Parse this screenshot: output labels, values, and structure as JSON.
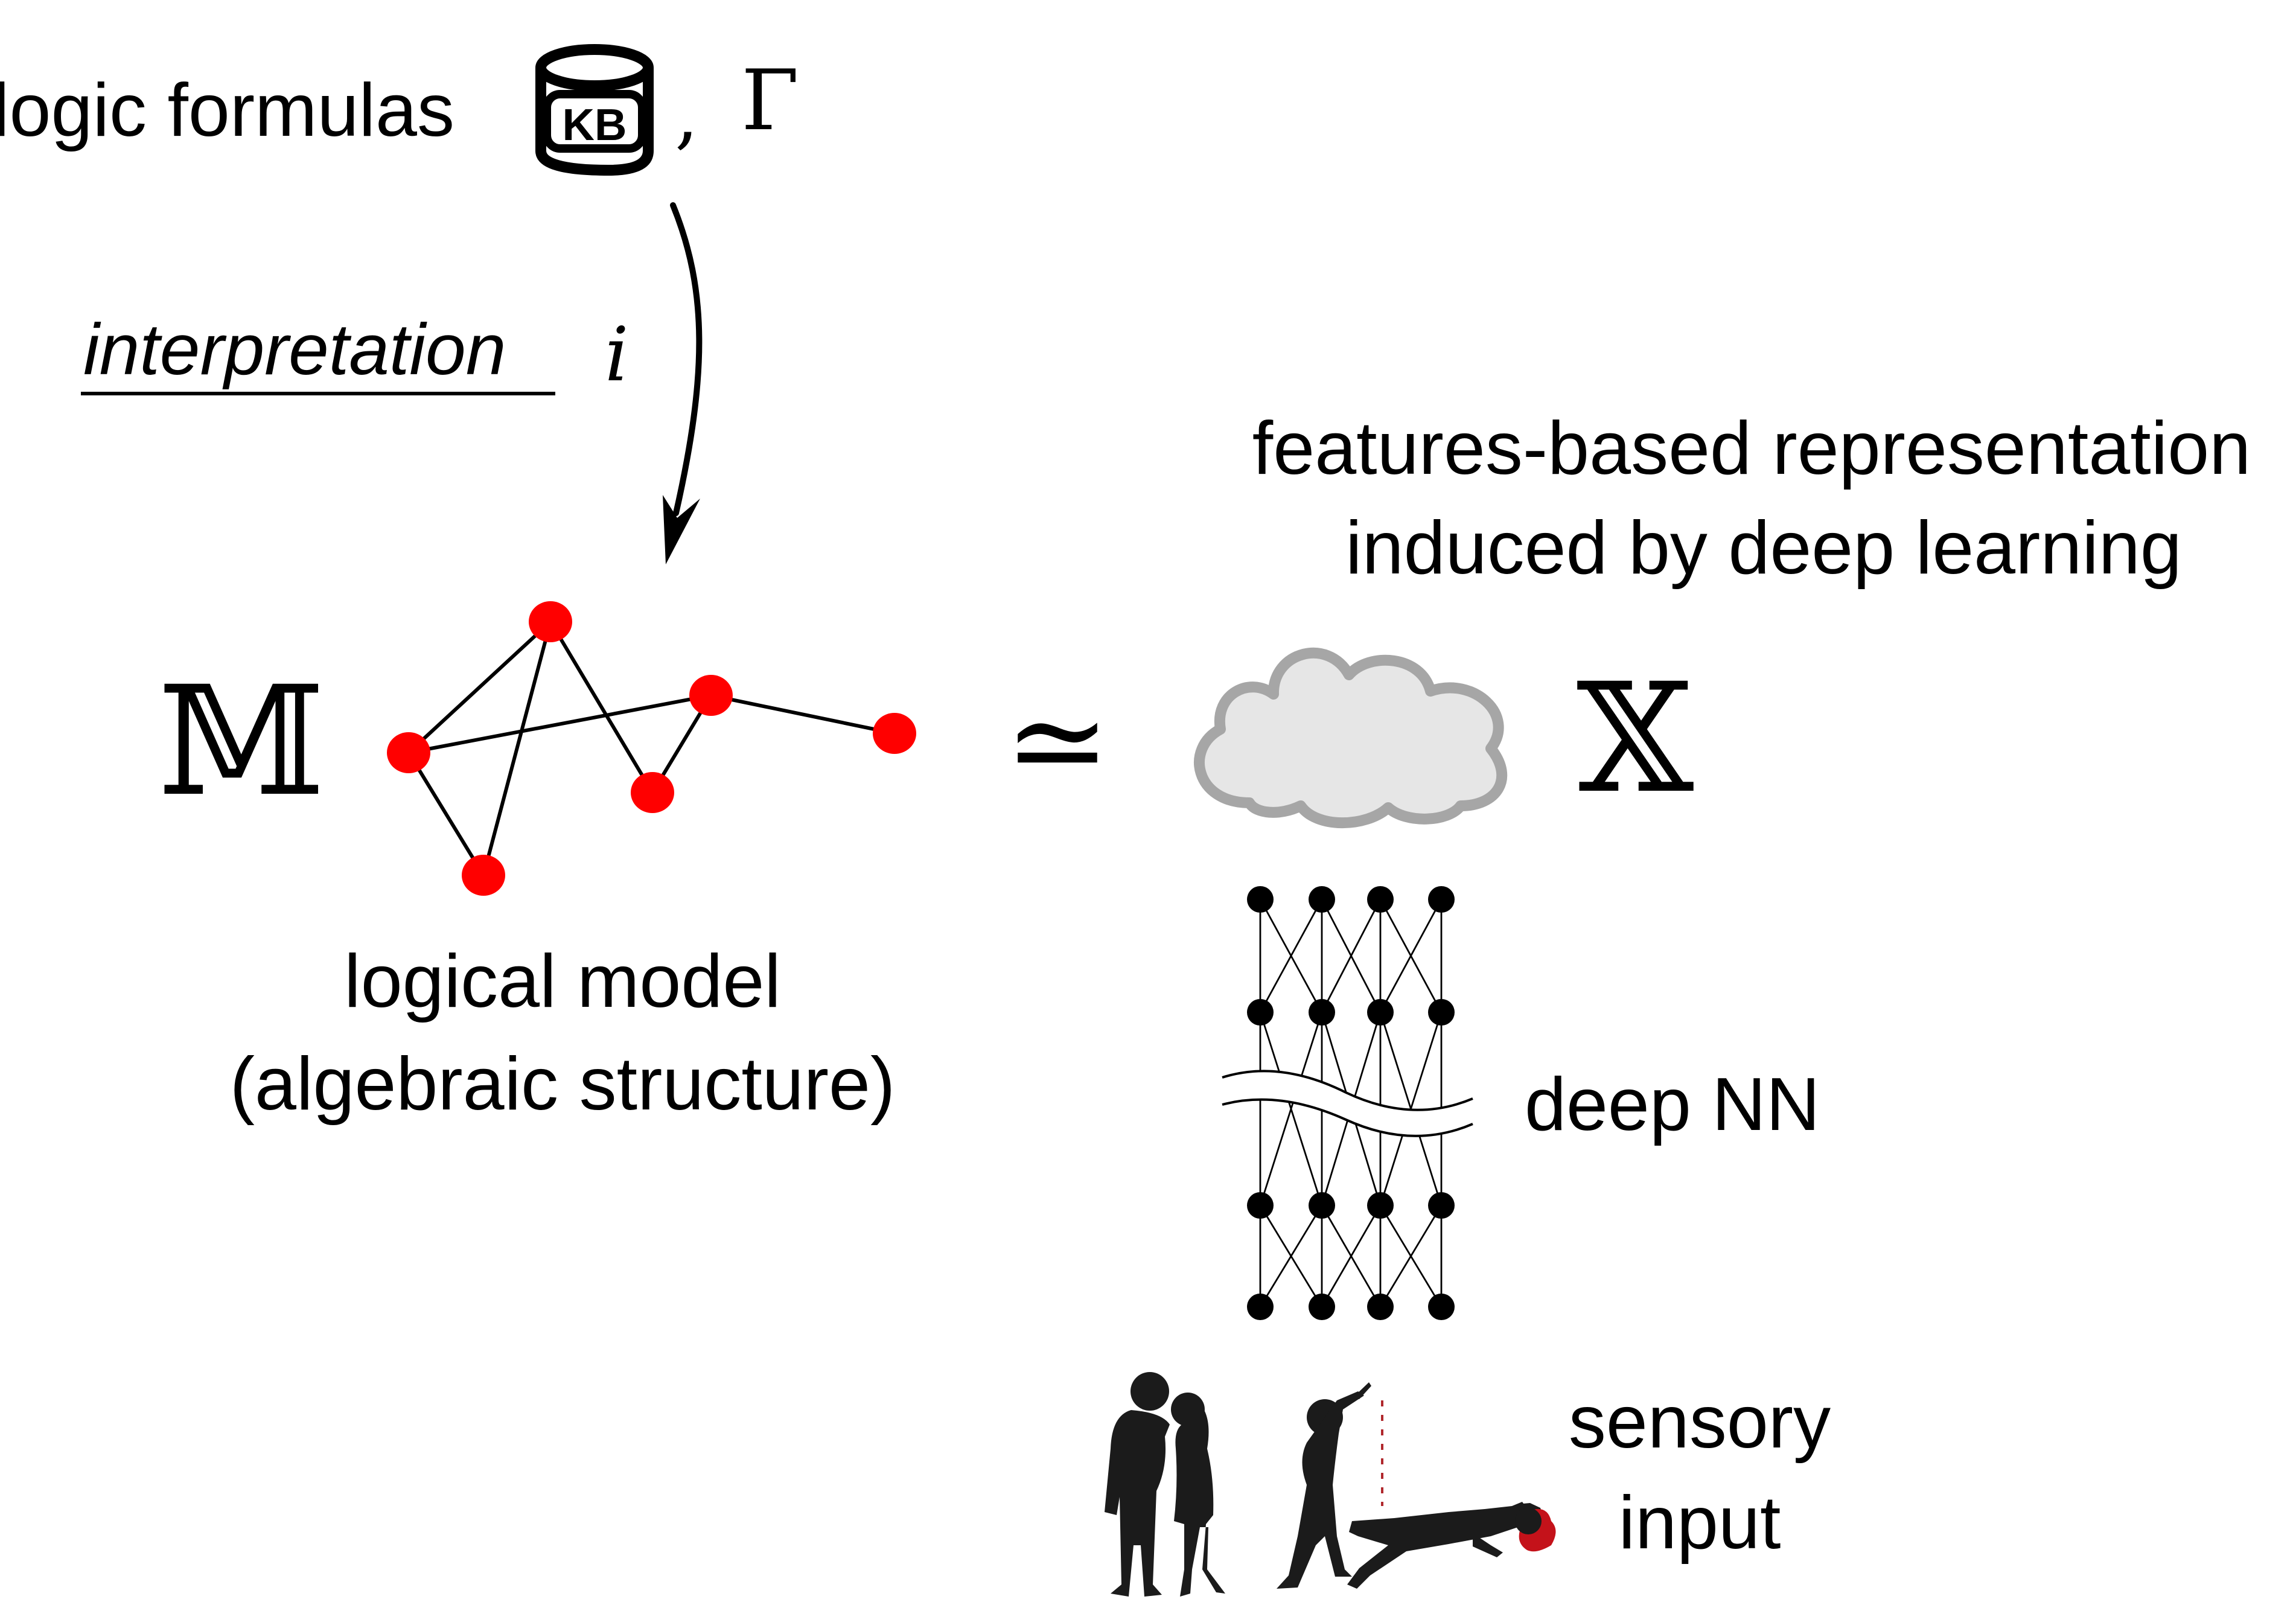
{
  "top": {
    "label": "logic formulas",
    "kb_icon_text": "KB",
    "separator": ",",
    "gamma_symbol": "Γ"
  },
  "interpretation": {
    "label": "interpretation",
    "symbol": "i"
  },
  "logical_model": {
    "symbol": "𝕄",
    "caption_line1": "logical model",
    "caption_line2": "(algebraic structure)"
  },
  "equivalence_symbol": "≃",
  "features": {
    "line1": "features-based representation",
    "line2": "induced by deep learning",
    "symbol": "𝕏"
  },
  "network": {
    "label": "deep NN"
  },
  "sensory": {
    "line1": "sensory",
    "line2": "input"
  },
  "colors": {
    "node": "#ff0000",
    "cloud_fill": "#e6e6e6",
    "cloud_stroke": "#a6a6a6",
    "blood": "#c4121a",
    "blood_trail": "#b0282d"
  }
}
